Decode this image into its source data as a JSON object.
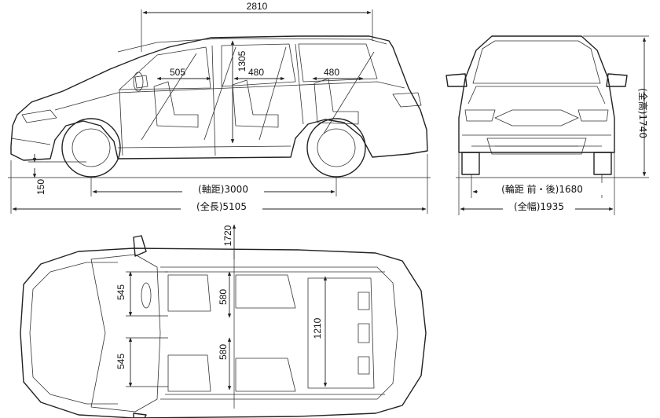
{
  "dimensions": {
    "upper_length": "2810",
    "front_seat_width": "505",
    "middle_seat_width": "480",
    "rear_seat_width": "480",
    "interior_height": "1305",
    "ground_clearance": "150",
    "wheelbase": "(軸距)3000",
    "overall_length": "(全長)5105",
    "front_tread": "(輪距 前・後)1680",
    "overall_width": "(全幅)1935",
    "overall_height": "(全高)1740",
    "interior_length": "1720",
    "seat_width_left": "545",
    "seat_width_right": "545",
    "middle_seat_left": "580",
    "middle_seat_right": "580",
    "cabin_width": "1210"
  }
}
